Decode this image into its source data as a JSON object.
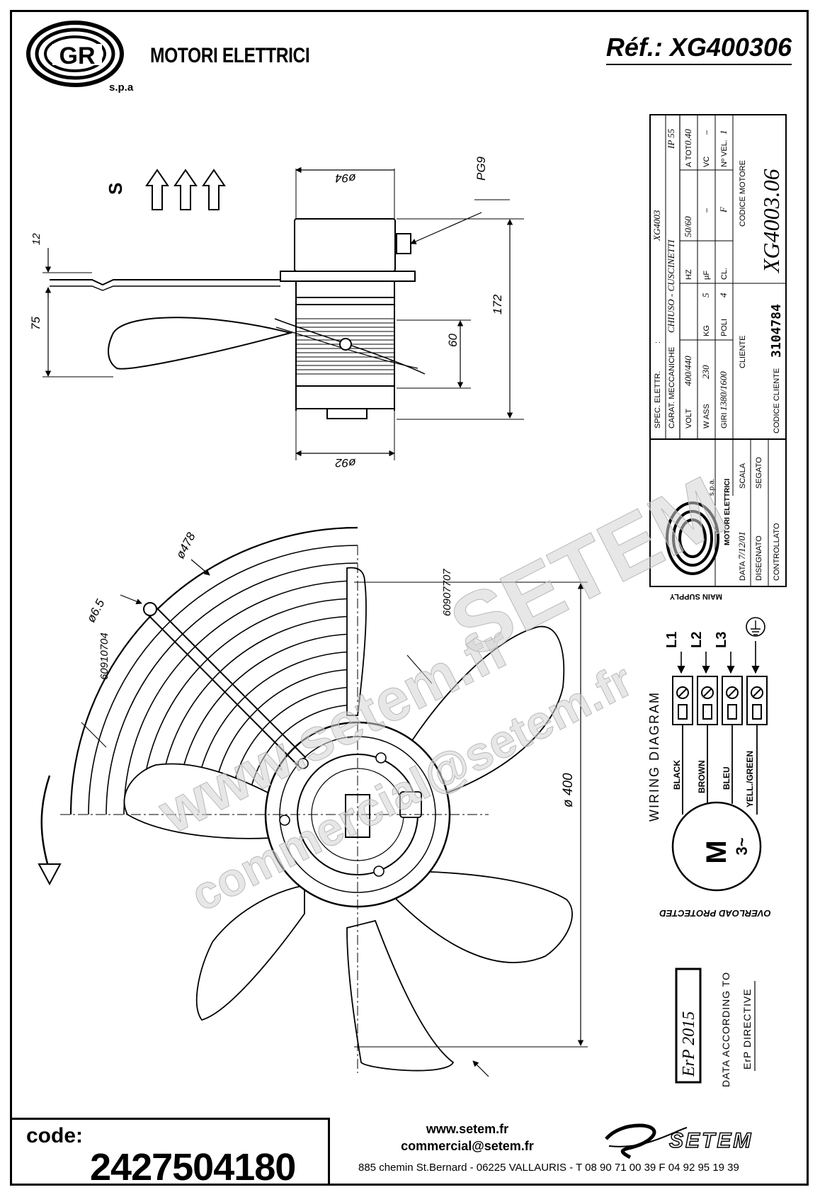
{
  "header": {
    "brand_name": "MOTORI ELETTRICI",
    "logo_text": "GR",
    "logo_sub": "s.p.a",
    "reference": "Réf.: XG400306"
  },
  "side_view": {
    "airflow_label": "S",
    "dimensions": {
      "top_diameter": "ø94",
      "bottom_diameter": "ø92",
      "gland": "PG9",
      "height_total": "172",
      "height_lower": "60",
      "offset_top": "12",
      "offset_blade": "75"
    }
  },
  "front_view": {
    "guard_diameter": "ø478",
    "hole_diameter": "ø6.5",
    "fan_diameter": "ø 400",
    "part_guard": "60910704",
    "part_blade": "60907707"
  },
  "title_block": {
    "spec_label": "SPEC. ELETTR.",
    "spec_sep": ":",
    "spec_value": "XG4003",
    "mech_label": "CARAT. MECCANICHE",
    "mech_value": "CHIUSO - CUSCINETTI",
    "ip": "IP 55",
    "row_volt": {
      "label": "VOLT",
      "value": "400/440"
    },
    "row_hz": {
      "label": "HZ",
      "value": "50/60"
    },
    "row_atot": {
      "label": "A TOT",
      "value": "0.40"
    },
    "row_wass": {
      "label": "W ASS",
      "value": "230"
    },
    "row_kg": {
      "label": "KG",
      "value": "5"
    },
    "row_uf": {
      "label": "µF",
      "value": "–"
    },
    "row_vc": {
      "label": "VC",
      "value": "–"
    },
    "row_giri": {
      "label": "GIRI",
      "value": "1380/1600"
    },
    "row_poli": {
      "label": "POLI",
      "value": "4"
    },
    "row_cl": {
      "label": "CL.",
      "value": "F"
    },
    "row_nvel": {
      "label": "Nº VEL.",
      "value": "1"
    },
    "cliente_label": "CLIENTE",
    "codice_motore_label": "CODICE MOTORE",
    "codice_motore_value": "XG4003.06",
    "codice_cliente_label": "CODICE CLIENTE",
    "codice_cliente_value": "3104784",
    "company_logo_text": "MOTORI ELETTRICI",
    "company_logo_sub": "s.p.a.",
    "scala_label": "SCALA",
    "segato_label": "SEGATO",
    "data_label": "DATA",
    "data_value": "7/12/01",
    "disegnato_label": "DISEGNATO",
    "controllato_label": "CONTROLLATO"
  },
  "wiring": {
    "title": "WIRING DIAGRAM",
    "main_supply": "MAIN SUPPLY",
    "lines": [
      "L1",
      "L2",
      "L3"
    ],
    "wires": [
      "BLACK",
      "BROWN",
      "BLEU",
      "YELL./GREEN"
    ],
    "motor_label": "M",
    "motor_sub": "3~",
    "overload": "OVERLOAD PROTECTED"
  },
  "erp": {
    "badge": "ErP 2015",
    "note_line1": "DATA ACCORDING TO",
    "note_line2": "ErP DIRECTIVE"
  },
  "watermark": {
    "url": "www.setem.fr",
    "brand": "SETEM",
    "email": "commercial@setem.fr"
  },
  "footer": {
    "code_label": "code:",
    "code_value": "2427504180",
    "website": "www.setem.fr",
    "email": "commercial@setem.fr",
    "address": "885 chemin St.Bernard  -  06225 VALLAURIS  -  T 08 90 71 00 39   F 04 92 95 19 39",
    "setem_logo": "SETEM"
  }
}
